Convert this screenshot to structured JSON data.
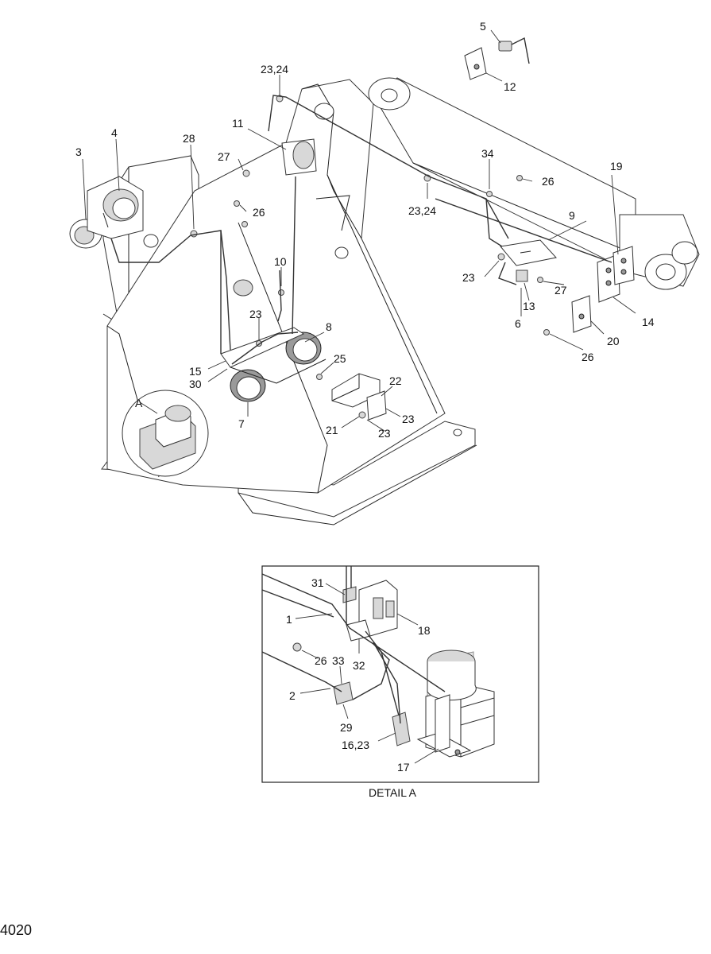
{
  "callouts": {
    "c1": "1",
    "c2": "2",
    "c3": "3",
    "c4": "4",
    "c5": "5",
    "c6": "6",
    "c7": "7",
    "c8": "8",
    "c9": "9",
    "c10": "10",
    "c11": "11",
    "c12": "12",
    "c13": "13",
    "c14": "14",
    "c15": "15",
    "c16_23": "16,23",
    "c17": "17",
    "c18": "18",
    "c19": "19",
    "c20": "20",
    "c21": "21",
    "c22": "22",
    "c23": "23",
    "c23_24": "23,24",
    "c25": "25",
    "c26": "26",
    "c27": "27",
    "c28": "28",
    "c29": "29",
    "c30": "30",
    "c31": "31",
    "c32": "32",
    "c33": "33",
    "c34": "34"
  },
  "detail_marker": "A",
  "detail_caption": "DETAIL A",
  "page_number": "4020"
}
